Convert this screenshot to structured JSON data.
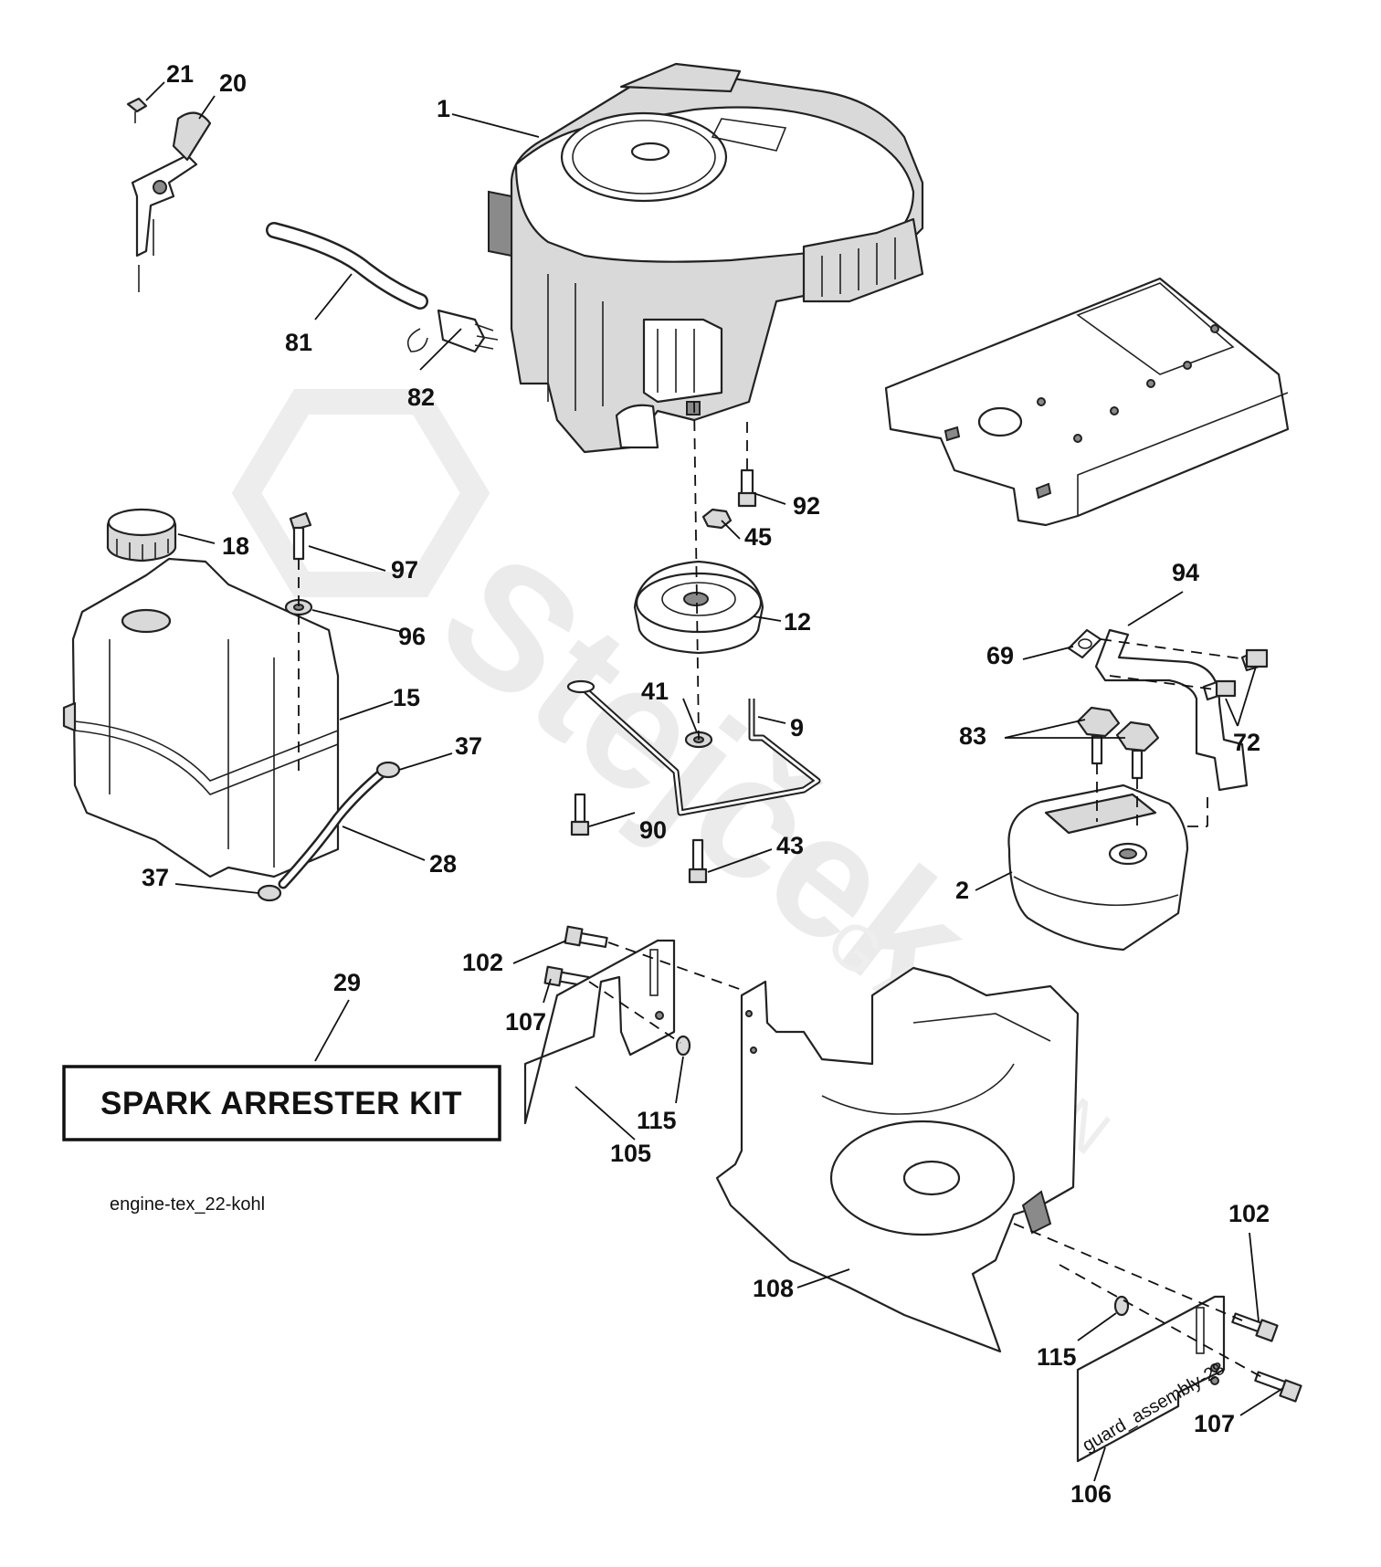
{
  "callouts": {
    "c1": "1",
    "c20": "20",
    "c21": "21",
    "c81": "81",
    "c82": "82",
    "c92": "92",
    "c45": "45",
    "c12": "12",
    "c41": "41",
    "c9": "9",
    "c90": "90",
    "c43": "43",
    "c18": "18",
    "c97": "97",
    "c96": "96",
    "c15": "15",
    "c37a": "37",
    "c37b": "37",
    "c28": "28",
    "c94": "94",
    "c69": "69",
    "c72": "72",
    "c83": "83",
    "c2": "2",
    "c102a": "102",
    "c107a": "107",
    "c115a": "115",
    "c105": "105",
    "c108": "108",
    "c29": "29",
    "c102b": "102",
    "c115b": "115",
    "c107b": "107",
    "c106": "106"
  },
  "kit_label": "SPARK ARRESTER KIT",
  "drawing_id": "engine-tex_22-kohl",
  "guard_stamp": "guard_assembly-28",
  "watermark": {
    "brand": "Stejček",
    "sub": "GARDEN"
  }
}
